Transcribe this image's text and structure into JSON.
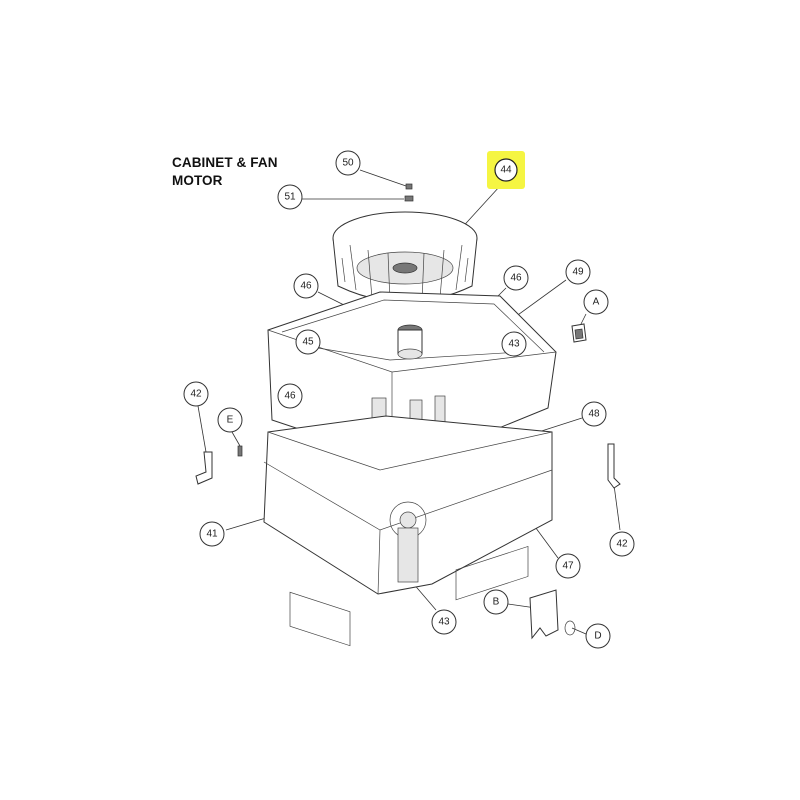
{
  "title": {
    "line1": "CABINET & FAN",
    "line2": "MOTOR"
  },
  "highlight_color": "#f5f542",
  "callouts": [
    {
      "id": "c50",
      "label": "50"
    },
    {
      "id": "c51",
      "label": "51"
    },
    {
      "id": "c44",
      "label": "44",
      "highlighted": true
    },
    {
      "id": "c46a",
      "label": "46"
    },
    {
      "id": "c46b",
      "label": "46"
    },
    {
      "id": "c49",
      "label": "49"
    },
    {
      "id": "cA",
      "label": "A"
    },
    {
      "id": "c45",
      "label": "45"
    },
    {
      "id": "c43a",
      "label": "43"
    },
    {
      "id": "c46c",
      "label": "46"
    },
    {
      "id": "c42a",
      "label": "42"
    },
    {
      "id": "cE",
      "label": "E"
    },
    {
      "id": "c48",
      "label": "48"
    },
    {
      "id": "c41",
      "label": "41"
    },
    {
      "id": "c47",
      "label": "47"
    },
    {
      "id": "c42b",
      "label": "42"
    },
    {
      "id": "cB",
      "label": "B"
    },
    {
      "id": "c43b",
      "label": "43"
    },
    {
      "id": "cD",
      "label": "D"
    }
  ]
}
